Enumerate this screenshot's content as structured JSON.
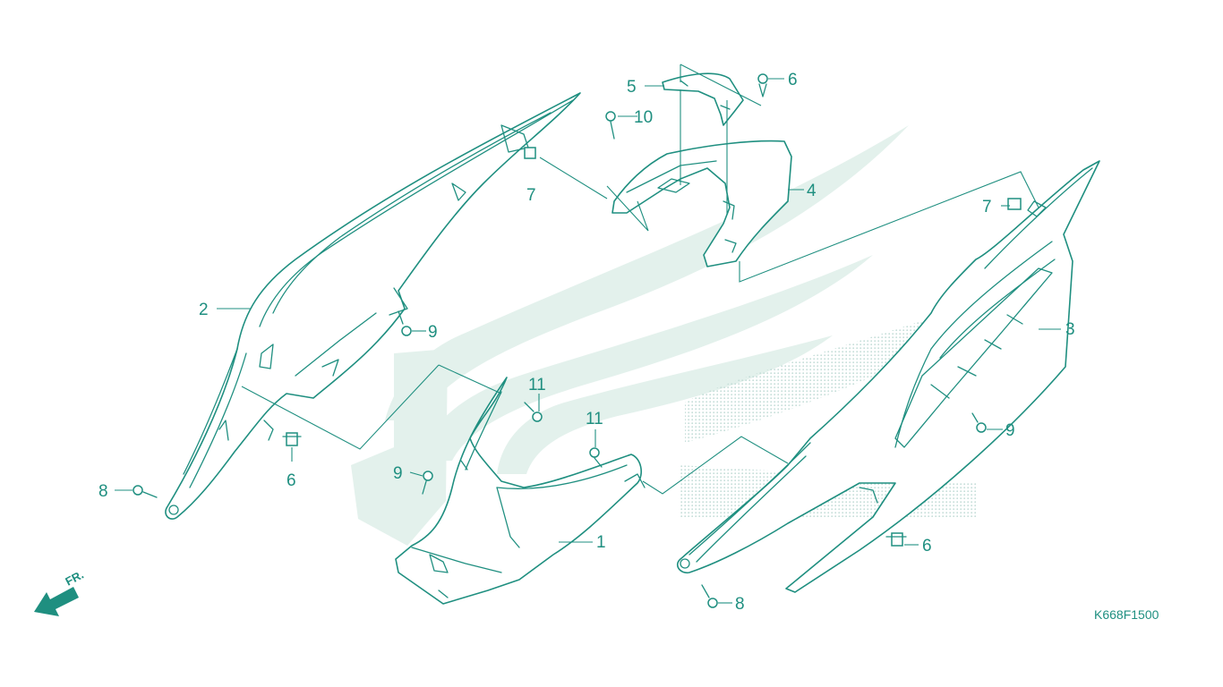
{
  "diagram": {
    "diagram_code": "K668F1500",
    "direction_label": "FR.",
    "callouts": [
      "1",
      "2",
      "3",
      "4",
      "5",
      "6",
      "6",
      "6",
      "7",
      "7",
      "8",
      "8",
      "9",
      "9",
      "9",
      "10",
      "11",
      "11"
    ],
    "colors": {
      "line": "#1f8f80",
      "watermark": "#e3f1ec",
      "dots": "#c3ddd7",
      "background": "#ffffff"
    },
    "icons": [
      "wing-watermark-icon",
      "front-arrow-icon",
      "screw-icon",
      "clip-nut-icon"
    ]
  }
}
